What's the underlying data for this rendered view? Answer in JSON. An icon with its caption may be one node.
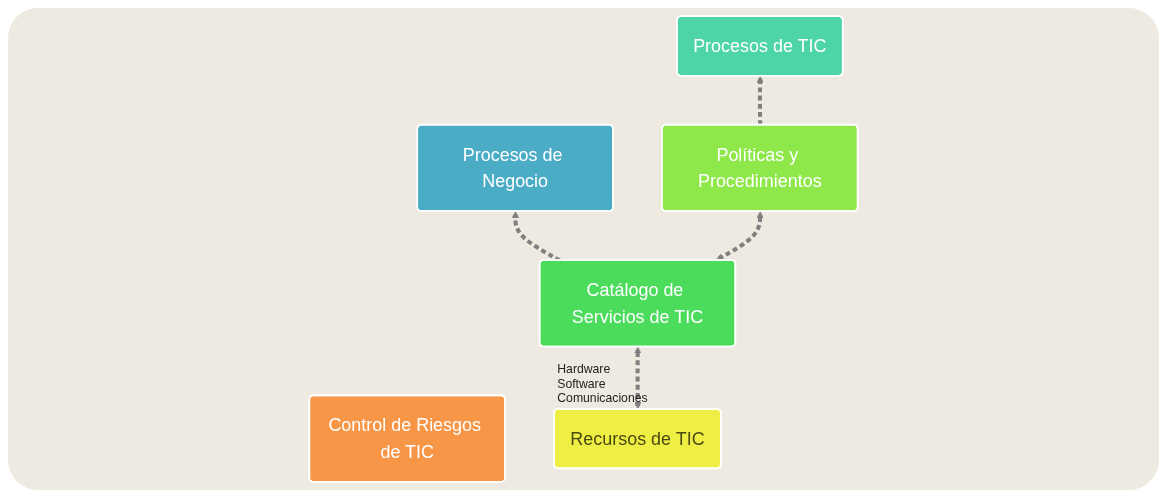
{
  "diagram": {
    "nodes": [
      {
        "text": [
          "Procesos de Negocio"
        ]
      },
      {
        "text": [
          "Procesos de TIC"
        ]
      },
      {
        "text": [
          "Control de Riesgos de TIC"
        ]
      },
      {
        "text": [
          "Recursos de TIC"
        ],
        "beside": [
          "Hardware",
          "Software",
          "Comunicaciones"
        ]
      },
      {
        "text": [
          "Catálogo de Servicios de TIC"
        ]
      },
      {
        "text": [
          "Políticas y Procedimientos"
        ]
      }
    ],
    "edges": [
      {
        "from": 3,
        "to": 4,
        "arrow": "both",
        "style": "dashed"
      },
      {
        "from": 4,
        "to": 5,
        "arrow": "both",
        "style": "dashed"
      },
      {
        "from": 4,
        "to": 0,
        "arrow": "to",
        "style": "dashed"
      },
      {
        "from": 5,
        "to": 1,
        "arrow": "to",
        "style": "dashed"
      }
    ]
  }
}
